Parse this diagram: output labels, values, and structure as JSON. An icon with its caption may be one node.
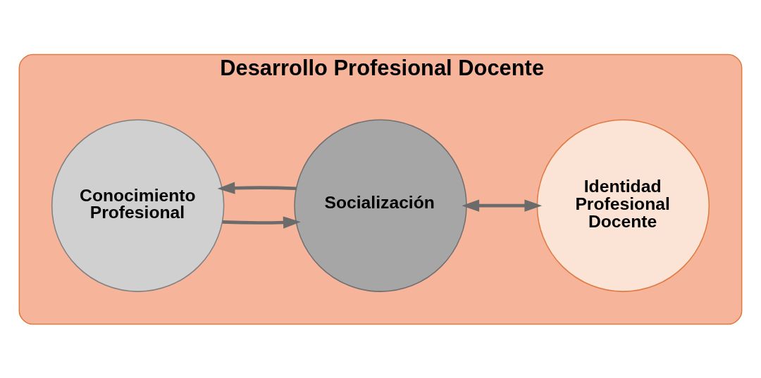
{
  "diagram": {
    "nodes": [
      {
        "text": [
          "Desarrollo Profesional Docente"
        ]
      },
      {
        "text": [
          "Conocimiento Profesional"
        ],
        "in": 0
      },
      {
        "text": [
          "Socialización"
        ],
        "in": 0
      },
      {
        "text": [
          "Identidad Profesional Docente"
        ],
        "in": 0
      }
    ],
    "edges": [
      {
        "from": 2,
        "to": 1,
        "arrow": "to"
      },
      {
        "from": 1,
        "to": 2,
        "arrow": "to"
      },
      {
        "from": 2,
        "to": 3,
        "arrow": "both"
      }
    ]
  }
}
